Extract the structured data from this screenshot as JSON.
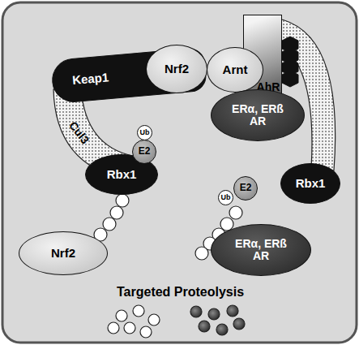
{
  "diagram": {
    "nodes": [
      {
        "text": [
          "Keap1"
        ]
      },
      {
        "text": [
          "Nrf2"
        ]
      },
      {
        "text": [
          "Cul3"
        ]
      },
      {
        "text": [
          "Rbx1"
        ]
      },
      {
        "text": [
          "E2"
        ]
      },
      {
        "text": [
          "Ub"
        ]
      },
      {
        "text": [
          "Nrf2"
        ]
      },
      {
        "text": [
          "AhR"
        ]
      },
      {
        "text": [
          "Arnt"
        ]
      },
      {
        "text": [
          "ERα, ERß AR"
        ]
      },
      {
        "text": [
          "Rbx1"
        ]
      },
      {
        "text": [
          "E2"
        ]
      },
      {
        "text": [
          "Ub"
        ]
      },
      {
        "text": [
          "ERα, ERß AR"
        ]
      }
    ],
    "labels": [
      "Targeted Proteolysis"
    ]
  }
}
